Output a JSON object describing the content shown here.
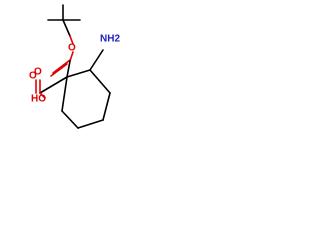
{
  "molecule": {
    "atoms": {
      "ester_o_label": "O",
      "carbonyl_o1_label": "O",
      "carbonyl_o2_label": "O",
      "acid_oh_label": "HO",
      "amine_label": "NH2"
    },
    "colors": {
      "carbon_bond": "#000000",
      "oxygen": "#e00000",
      "nitrogen": "#2020c0"
    }
  }
}
